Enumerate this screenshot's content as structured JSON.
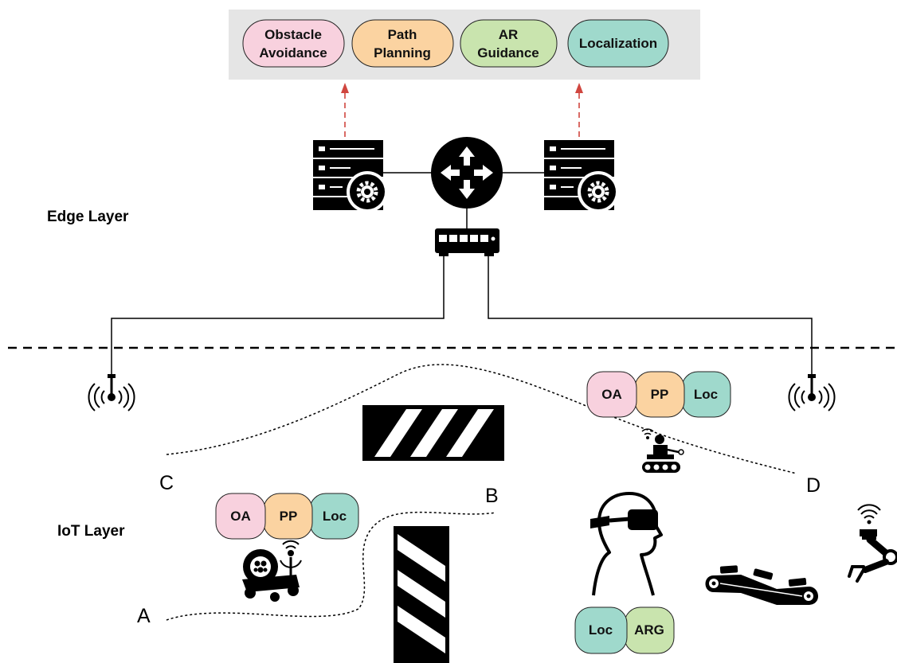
{
  "services": [
    {
      "line1": "Obstacle",
      "line2": "Avoidance",
      "color": "#f8d1de"
    },
    {
      "line1": "Path",
      "line2": "Planning",
      "color": "#fbd3a1"
    },
    {
      "line1": "AR",
      "line2": "Guidance",
      "color": "#c9e4ae"
    },
    {
      "line1": "Localization",
      "line2": "",
      "color": "#9fd9cc"
    }
  ],
  "layers": {
    "edge": "Edge Layer",
    "iot": "IoT Layer"
  },
  "points": {
    "a": "A",
    "b": "B",
    "c": "C",
    "d": "D"
  },
  "robot_rover_tasks": [
    "OA",
    "PP",
    "Loc"
  ],
  "robot_tracked_tasks": [
    "OA",
    "PP",
    "Loc"
  ],
  "human_tasks": [
    "Loc",
    "ARG"
  ],
  "colors": {
    "oa": "#f8d1de",
    "pp": "#fbd3a1",
    "loc": "#9fd9cc",
    "arg": "#c9e4ae",
    "service_panel": "#e5e5e5",
    "arrow": "#d0463f"
  }
}
